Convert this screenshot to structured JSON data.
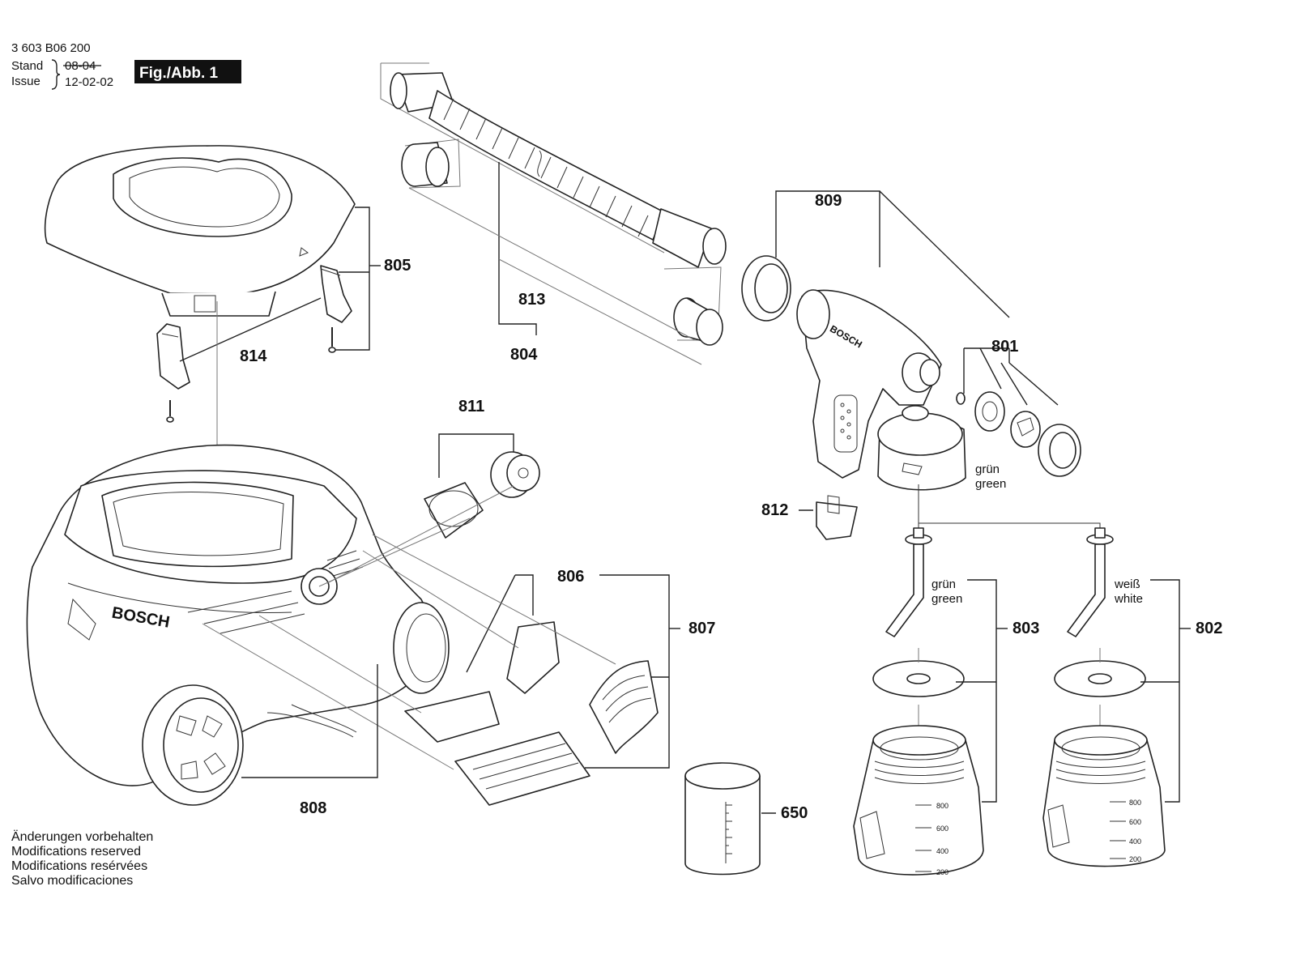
{
  "header": {
    "part_number": "3 603 B06 200",
    "stand_label": "Stand",
    "issue_label": "Issue",
    "stand_date_crossed": "08-04",
    "issue_date": "12-02-02",
    "figure_label": "Fig./Abb. 1"
  },
  "callouts": {
    "c650": "650",
    "c801": "801",
    "c802": "802",
    "c803": "803",
    "c804": "804",
    "c805": "805",
    "c806": "806",
    "c807": "807",
    "c808": "808",
    "c809": "809",
    "c811": "811",
    "c812": "812",
    "c813": "813",
    "c814": "814"
  },
  "color_notes": {
    "gun_de": "grün",
    "gun_en": "green",
    "tube803_de": "grün",
    "tube803_en": "green",
    "tube802_de": "weiß",
    "tube802_en": "white"
  },
  "brand": {
    "unit_logo": "BOSCH",
    "gun_logo": "BOSCH"
  },
  "container_scale": [
    "800",
    "600",
    "400",
    "200"
  ],
  "footer": {
    "lines": [
      "Änderungen vorbehalten",
      "Modifications reserved",
      "Modifications resérvées",
      "Salvo modificaciones"
    ]
  }
}
